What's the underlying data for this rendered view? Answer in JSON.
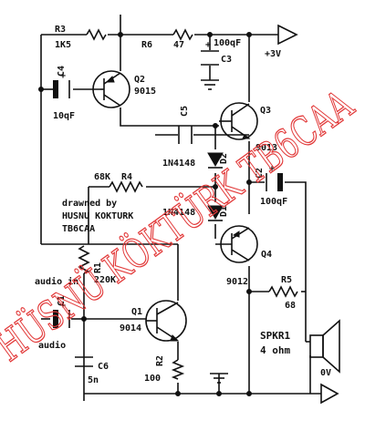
{
  "labels": {
    "r3": "R3",
    "r3_val": "1K5",
    "r6": "R6",
    "r6_val": "47",
    "c3_val": "100qF",
    "supply": "+3V",
    "c3": "C3",
    "c4": "C4",
    "c4_val": "10qF",
    "q2": "Q2",
    "q2_part": "9015",
    "c5": "C5",
    "q3": "Q3",
    "q3_part": "9013",
    "d2_part": "1N4148",
    "d2": "D2",
    "r4_val": "68K",
    "r4": "R4",
    "c2": "C2",
    "c2_val": "100qF",
    "credit_line1": "drawned by",
    "credit_line2": "HUSNU KOKTURK",
    "credit_line3": "TB6CAA",
    "d1_part": "1N4148",
    "d1": "D1",
    "q4": "Q4",
    "q4_part": "9012",
    "audio_in": "audio in",
    "r1": "R1",
    "r1_val": "220K",
    "c1": "C1",
    "q1": "Q1",
    "q1_part": "9014",
    "audio": "audio",
    "r5": "R5",
    "r5_val": "68",
    "spkr": "SPKR1",
    "spkr_val": "4 ohm",
    "c6": "C6",
    "c6_val": "5n",
    "r2": "R2",
    "r2_val": "100",
    "ov": "0V"
  },
  "watermark": {
    "text": "HÜSNÜ KÖKTÜRK TB6CAA",
    "color": "#e23a3a"
  }
}
